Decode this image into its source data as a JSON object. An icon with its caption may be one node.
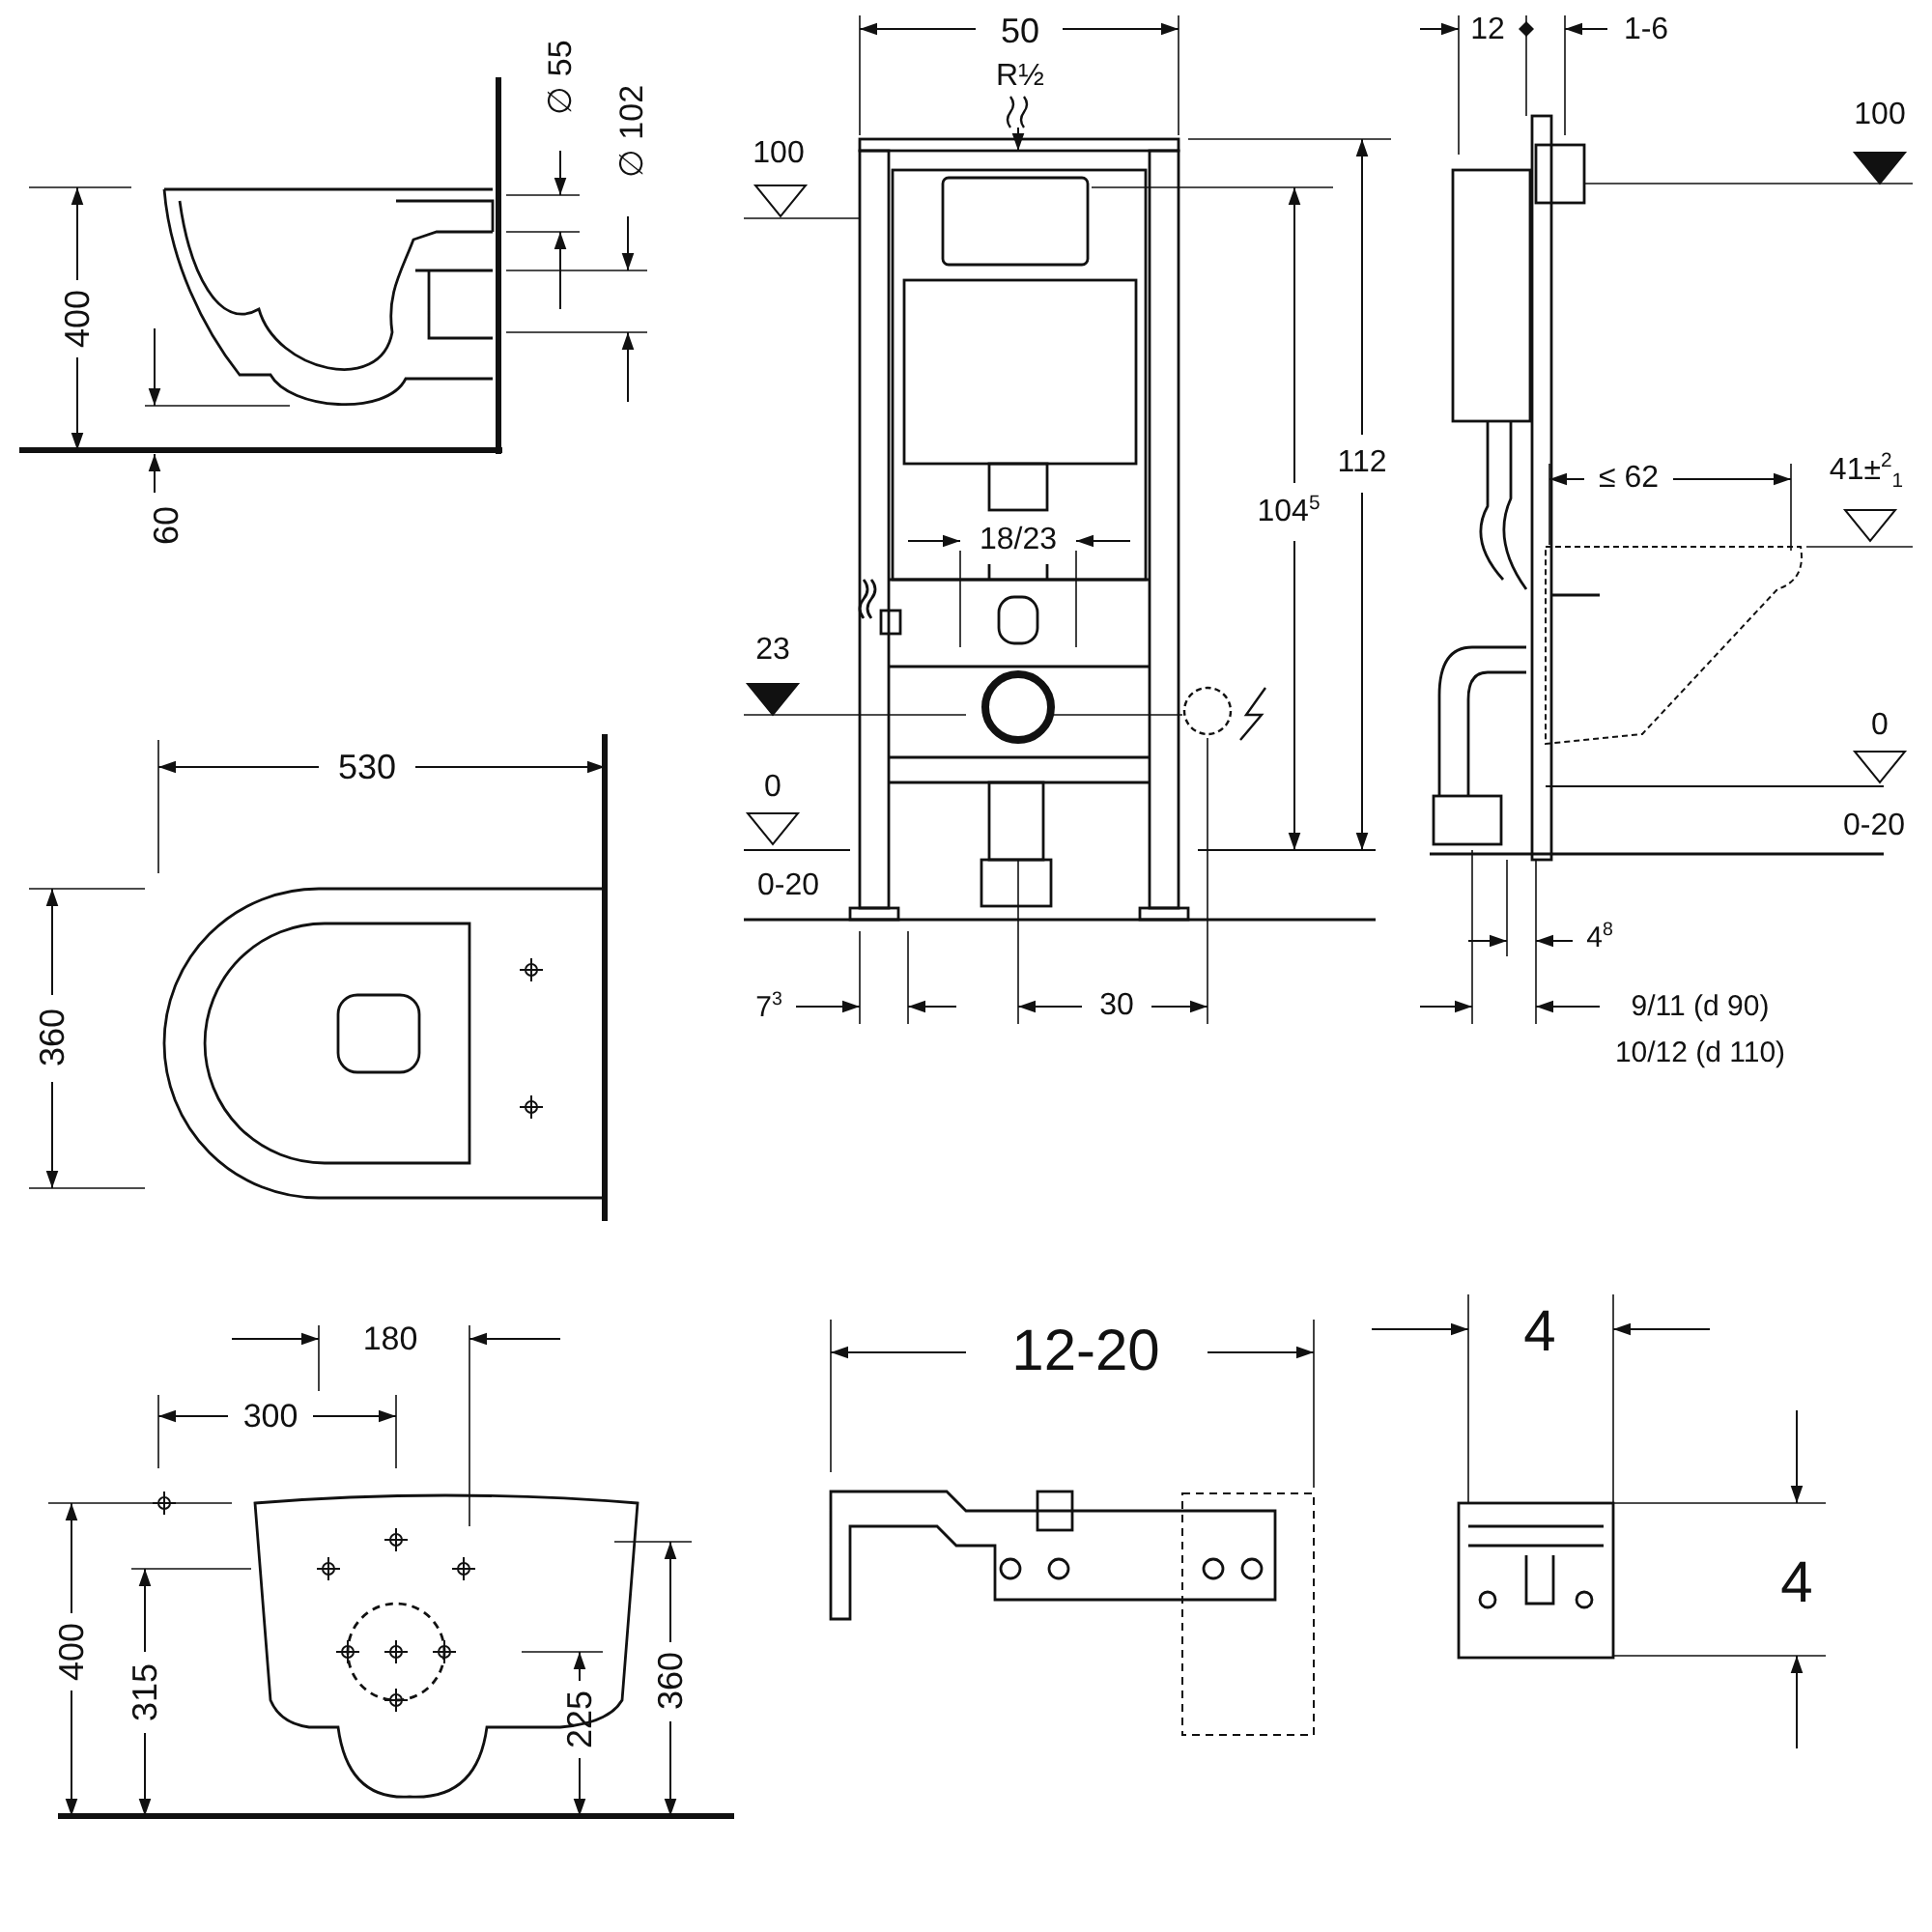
{
  "diagram": {
    "labels": [
      "∅ 55",
      "50",
      "12",
      "1-6",
      "R½",
      "∅ 102",
      "100",
      "100",
      "400",
      "112",
      "≤ 62",
      "41±$^{2}$$_{1}$",
      "104$^{5}$",
      "18/23",
      "60",
      "23",
      "0",
      "0",
      "0-20",
      "0-20",
      "4$^{8}$",
      "7$^{3}$",
      "30",
      "9/11 (d 90)",
      "10/12 (d 110)",
      "530",
      "360",
      "180",
      "300",
      "12-20",
      "4",
      "400",
      "315",
      "225",
      "360",
      "4"
    ]
  }
}
